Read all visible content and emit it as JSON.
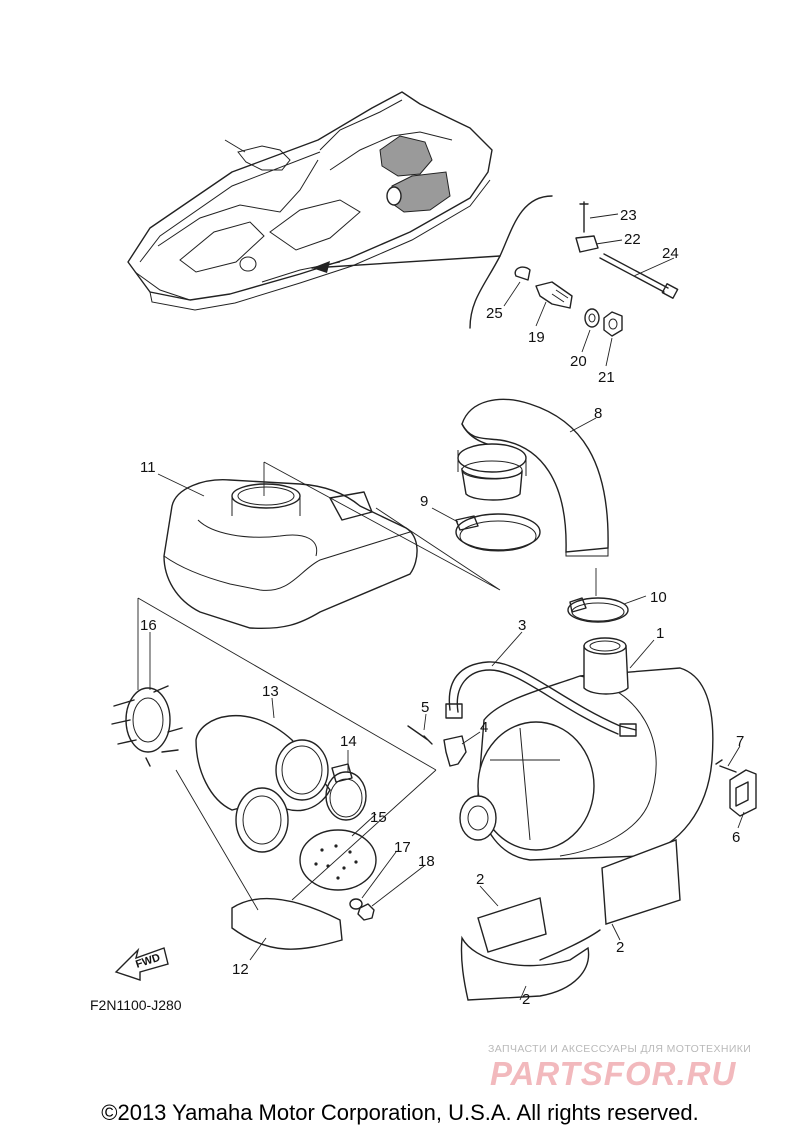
{
  "callouts": {
    "p1": "1",
    "p2a": "2",
    "p2b": "2",
    "p2c": "2",
    "p3": "3",
    "p4": "4",
    "p5": "5",
    "p6": "6",
    "p7": "7",
    "p8": "8",
    "p9": "9",
    "p10": "10",
    "p11": "11",
    "p12": "12",
    "p13": "13",
    "p14": "14",
    "p15": "15",
    "p16": "16",
    "p17": "17",
    "p18": "18",
    "p19": "19",
    "p20": "20",
    "p21": "21",
    "p22": "22",
    "p23": "23",
    "p24": "24",
    "p25": "25"
  },
  "fwd_label": "FWD",
  "drawing_code": "F2N1100-J280",
  "copyright": "©2013 Yamaha Motor Corporation, U.S.A. All rights reserved.",
  "watermark": {
    "tagline": "ЗАПЧАСТИ И АКСЕССУАРЫ ДЛЯ МОТОТЕХНИКИ",
    "logo": "PARTSFOR.RU"
  }
}
